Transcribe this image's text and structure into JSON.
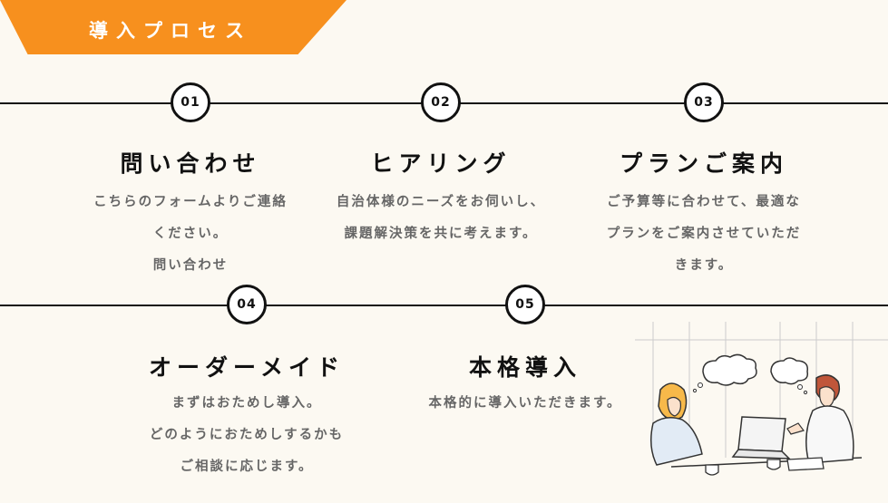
{
  "header": {
    "title": "導入プロセス"
  },
  "steps": [
    {
      "number": "01",
      "title": "問い合わせ",
      "lines": [
        "こちらのフォームよりご連絡",
        "ください。",
        "問い合わせ"
      ]
    },
    {
      "number": "02",
      "title": "ヒアリング",
      "lines": [
        "自治体様のニーズをお伺いし、",
        "課題解決策を共に考えます。"
      ]
    },
    {
      "number": "03",
      "title": "プランご案内",
      "lines": [
        "ご予算等に合わせて、最適な",
        "プランをご案内させていただ",
        "きます。"
      ]
    },
    {
      "number": "04",
      "title": "オーダーメイド",
      "lines": [
        "まずはおためし導入。",
        "どのようにおためしするかも",
        "ご相談に応じます。"
      ]
    },
    {
      "number": "05",
      "title": "本格導入",
      "lines": [
        "本格的に導入いただきます。"
      ]
    }
  ],
  "colors": {
    "accent": "#f7901e",
    "background": "#fcf9f2",
    "text": "#111111",
    "muted": "#666666"
  },
  "illustration": {
    "subject": "meeting-illustration"
  }
}
